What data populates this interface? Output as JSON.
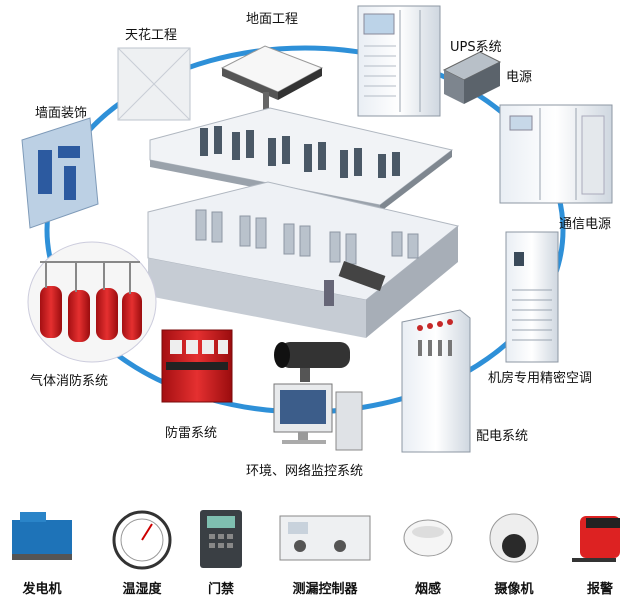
{
  "diagram": {
    "ring_color": "#2e90d8",
    "labels": {
      "ceiling": "天花工程",
      "floor": "地面工程",
      "ups": "UPS系统",
      "power": "电源",
      "wall": "墙面装饰",
      "comm_power": "通信电源",
      "fire": "气体消防系统",
      "aircon": "机房专用精密空调",
      "lightning": "防雷系统",
      "distribution": "配电系统",
      "monitoring": "环境、网络监控系统"
    }
  },
  "bottom_row": {
    "items": [
      {
        "label": "发电机",
        "icon": "generator-icon"
      },
      {
        "label": "温湿度",
        "icon": "hygrometer-icon"
      },
      {
        "label": "门禁",
        "icon": "access-control-icon"
      },
      {
        "label": "测漏控制器",
        "icon": "leak-controller-icon"
      },
      {
        "label": "烟感",
        "icon": "smoke-detector-icon"
      },
      {
        "label": "摄像机",
        "icon": "camera-icon"
      },
      {
        "label": "报警",
        "icon": "alarm-siren-icon"
      }
    ]
  }
}
